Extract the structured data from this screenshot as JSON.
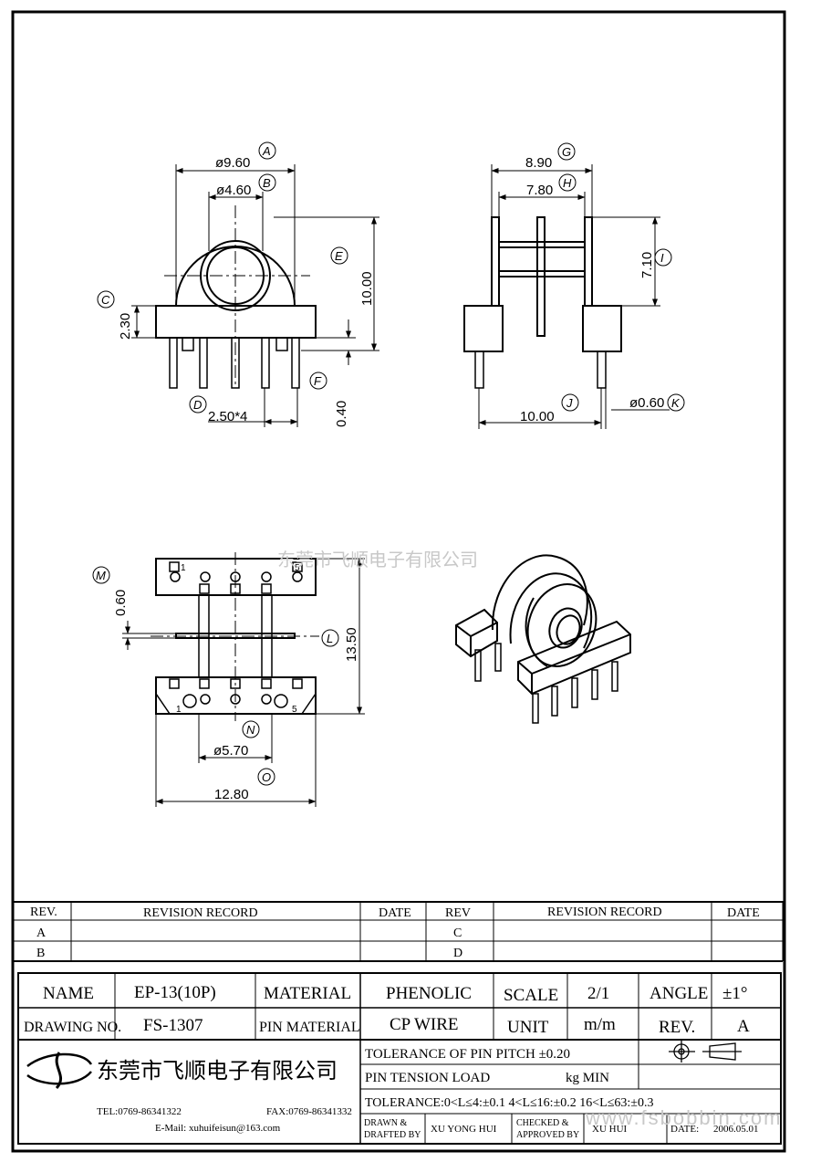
{
  "dims": {
    "A": {
      "letter": "A",
      "value": "ø9.60"
    },
    "B": {
      "letter": "B",
      "value": "ø4.60"
    },
    "C": {
      "letter": "C",
      "value": "2.30"
    },
    "D": {
      "letter": "D",
      "value": "2.50*4"
    },
    "E": {
      "letter": "E",
      "value": "10.00"
    },
    "F": {
      "letter": "F",
      "value": "0.40"
    },
    "G": {
      "letter": "G",
      "value": "8.90"
    },
    "H": {
      "letter": "H",
      "value": "7.80"
    },
    "I": {
      "letter": "I",
      "value": "7.10"
    },
    "J": {
      "letter": "J",
      "value": "10.00"
    },
    "K": {
      "letter": "K",
      "value": "ø0.60"
    },
    "L": {
      "letter": "L",
      "value": "13.50"
    },
    "M": {
      "letter": "M",
      "value": "0.60"
    },
    "N": {
      "letter": "N",
      "value": "ø5.70"
    },
    "O": {
      "letter": "O",
      "value": "12.80"
    }
  },
  "pin_labels": {
    "one": "1",
    "five": "5"
  },
  "watermark_top": "东莞市飞顺电子有限公司",
  "watermark_bottom": "www.fsbobbin.com",
  "revision": {
    "rev_header": "REV.",
    "record_header": "REVISION RECORD",
    "date_header": "DATE",
    "rev_header_right": "REV",
    "record_header_right": "REVISION RECORD",
    "date_header_right": "DATE",
    "rows": [
      "A",
      "B"
    ],
    "rows_right": [
      "C",
      "D"
    ]
  },
  "title_block": {
    "name_label": "NAME",
    "name_value": "EP-13(10P)",
    "material_label": "MATERIAL",
    "material_value": "PHENOLIC",
    "scale_label": "SCALE",
    "scale_value": "2/1",
    "angle_label": "ANGLE",
    "angle_value": "±1°",
    "drawing_no_label": "DRAWING NO.",
    "drawing_no_value": "FS-1307",
    "pin_material_label": "PIN MATERIAL",
    "pin_material_value": "CP WIRE",
    "unit_label": "UNIT",
    "unit_value": "m/m",
    "rev_label": "REV.",
    "rev_value": "A",
    "pitch_tolerance": "TOLERANCE OF PIN PITCH ±0.20",
    "pin_tension": "PIN TENSION  LOAD",
    "pin_tension_unit": "kg MIN",
    "tolerance": "TOLERANCE:0<L≤4:±0.1  4<L≤16:±0.2  16<L≤63:±0.3",
    "company": "东莞市飞顺电子有限公司",
    "tel": "TEL:0769-86341322",
    "fax": "FAX:0769-86341332",
    "email": "E-Mail: xuhuifeisun@163.com",
    "drawn_label_1": "DRAWN &",
    "drawn_label_2": "DRAFTED BY",
    "drawn_value": "XU YONG HUI",
    "checked_label_1": "CHECKED &",
    "checked_label_2": "APPROVED BY",
    "checked_value": "XU  HUI",
    "date_label": "DATE:",
    "date_value": "2006.05.01"
  }
}
